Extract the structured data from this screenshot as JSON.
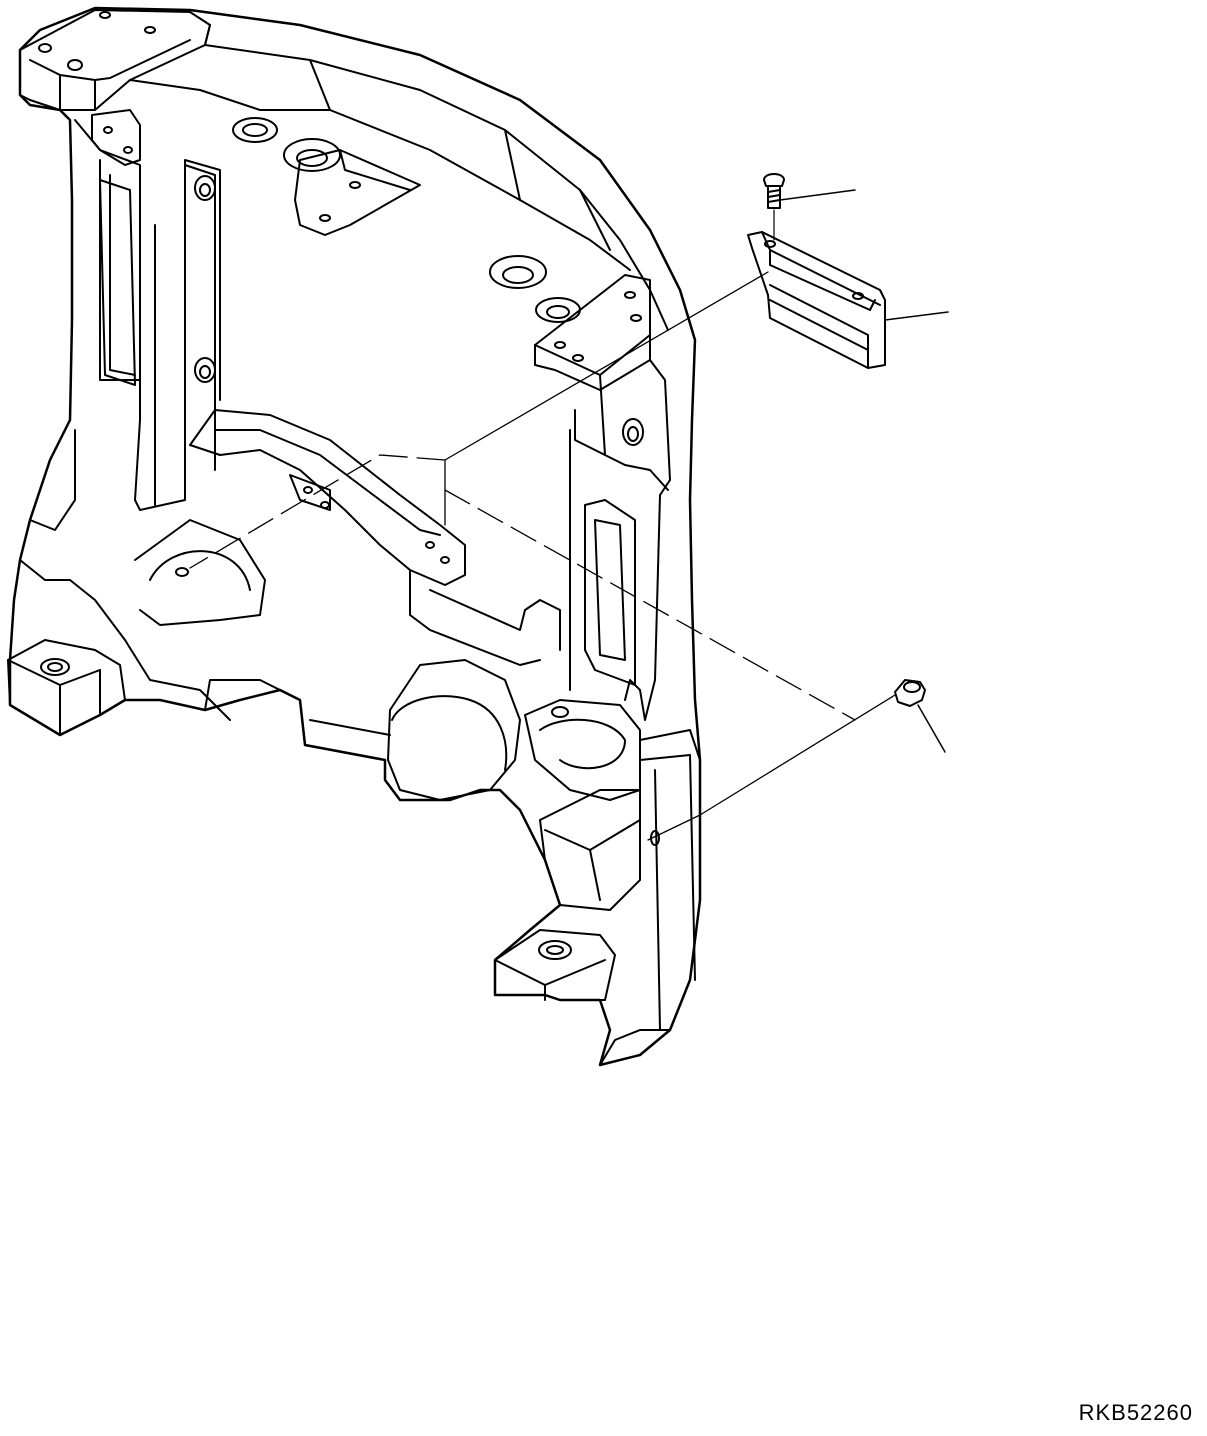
{
  "drawing": {
    "reference_code": "RKB52260",
    "line_color": "#000000",
    "background_color": "#ffffff",
    "parts": [
      "counterweight-frame",
      "screw",
      "bracket",
      "plug"
    ]
  }
}
